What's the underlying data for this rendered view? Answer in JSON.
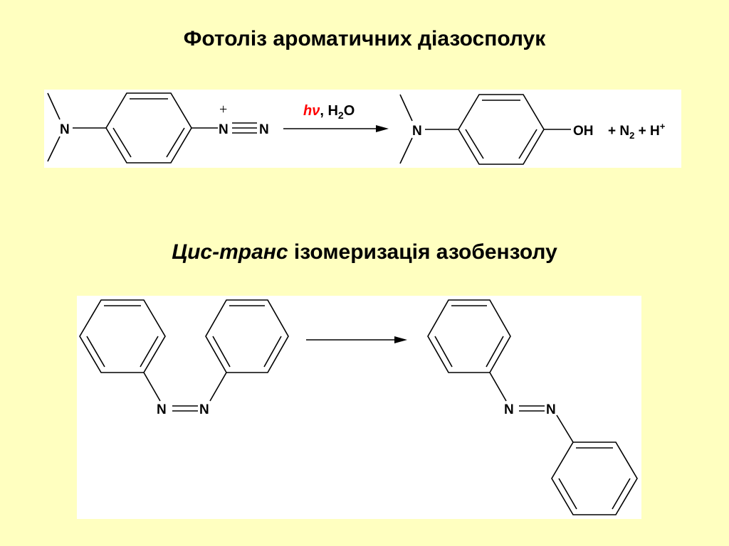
{
  "title1": "Фотоліз ароматичних діазосполук",
  "title2": {
    "italic": "Цис-транс",
    "rest": " ізомеризація азобензолу"
  },
  "reaction1": {
    "amine_n": "N",
    "plus_charge": "+",
    "diazo_n1": "N",
    "diazo_n2": "N",
    "condition_hv": "hν",
    "condition_sep": ", H",
    "condition_sub": "2",
    "condition_o": "O",
    "product_n": "N",
    "product_oh": "OH",
    "byprod_1": "+ N",
    "byprod_sub": "2",
    "byprod_2": " + H",
    "byprod_sup": "+"
  },
  "reaction2": {
    "cis_n1": "N",
    "cis_n2": "N",
    "trans_n1": "N",
    "trans_n2": "N"
  },
  "colors": {
    "background": "#ffffc0",
    "panel": "#ffffff",
    "hv": "#ff0000"
  }
}
